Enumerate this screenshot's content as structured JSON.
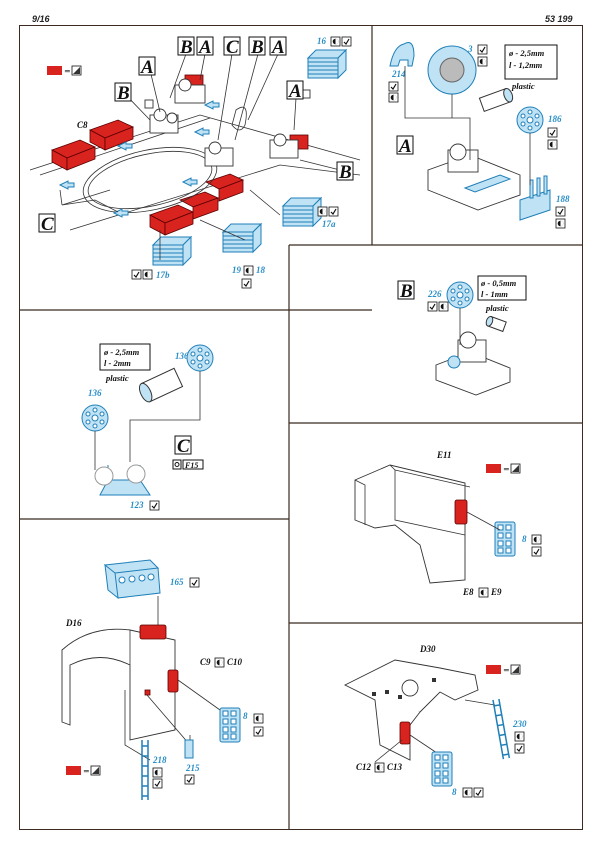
{
  "header": {
    "page": "9/16",
    "code": "53 199"
  },
  "icons": {
    "glue": "glue-check-icon",
    "paint": "paint-swatch-icon",
    "bend": "bend-icon"
  },
  "colors": {
    "pe_blue": "#2a8fc7",
    "paint_red": "#d8231f"
  },
  "panel1": {
    "labels": {
      "c8": "C8",
      "a1": "A",
      "b1": "B",
      "b2": "B",
      "a2": "A",
      "c1": "C",
      "b3": "B",
      "a3": "A",
      "a4": "A",
      "b4": "B",
      "c2": "C"
    },
    "parts": {
      "p16": "16",
      "p17a": "17a",
      "p17b": "17b",
      "p19": "19",
      "p18": "18"
    }
  },
  "panelA": {
    "title": "A",
    "spec": [
      "ø - 2,5mm",
      "l - 1,2mm"
    ],
    "material": "plastic",
    "parts": {
      "p214": "214",
      "p3": "3",
      "p186": "186",
      "p188": "188"
    }
  },
  "panelB": {
    "title": "B",
    "spec": [
      "ø - 0,5mm",
      "l - 1mm"
    ],
    "material": "plastic",
    "parts": {
      "p226": "226"
    }
  },
  "panelC": {
    "title": "C",
    "spec": [
      "ø - 2,5mm",
      "l - 2mm"
    ],
    "material": "plastic",
    "parts": {
      "p136a": "136",
      "p136b": "136",
      "p123": "123"
    },
    "ref": "F15"
  },
  "panelE": {
    "labels": {
      "e11": "E11",
      "e8": "E8",
      "e9": "E9"
    },
    "parts": {
      "p8": "8"
    }
  },
  "panelD16": {
    "labels": {
      "d16": "D16",
      "c9": "C9",
      "c10": "C10"
    },
    "parts": {
      "p165": "165",
      "p8": "8",
      "p218": "218",
      "p215": "215"
    }
  },
  "panelD30": {
    "labels": {
      "d30": "D30",
      "c12": "C12",
      "c13": "C13"
    },
    "parts": {
      "p230": "230",
      "p8": "8"
    }
  }
}
